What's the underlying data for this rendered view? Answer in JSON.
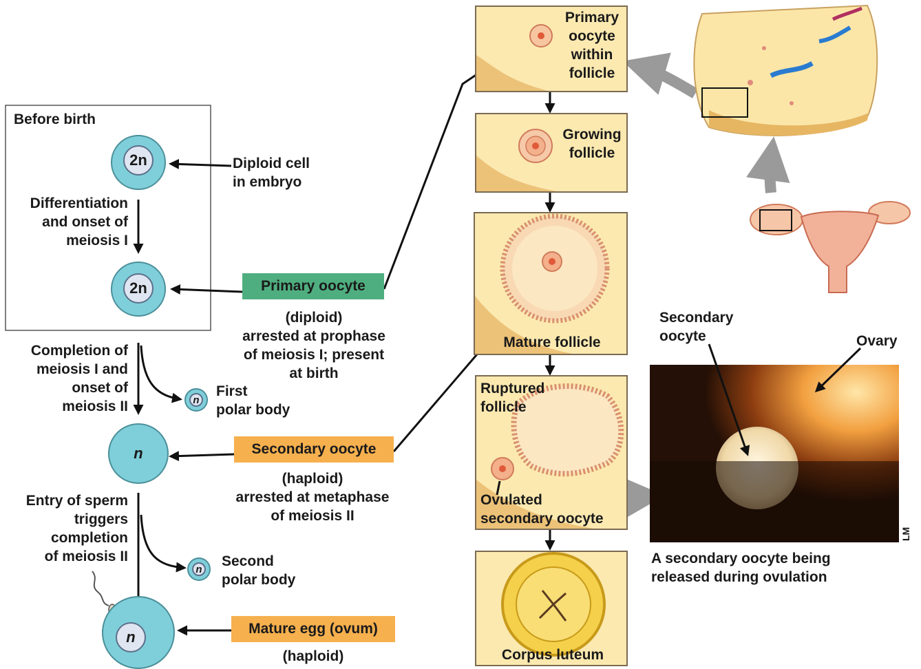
{
  "before_birth_box": {
    "title": "Before birth"
  },
  "cells": {
    "diploid_embryo": "2n",
    "primary": "2n",
    "secondary": "n",
    "first_polar": "n",
    "second_polar": "n",
    "egg": "n"
  },
  "steps": {
    "step1": [
      "Differentiation",
      "and onset of",
      "meiosis I"
    ],
    "step2": [
      "Completion of",
      "meiosis I and",
      "onset of",
      "meiosis II"
    ],
    "step3": [
      "Entry of sperm",
      "triggers",
      "completion",
      "of meiosis II"
    ]
  },
  "labels": {
    "diploid_cell": [
      "Diploid cell",
      "in embryo"
    ],
    "first_polar_body": [
      "First",
      "polar body"
    ],
    "second_polar_body": [
      "Second",
      "polar body"
    ]
  },
  "tags": {
    "primary_oocyte": "Primary oocyte",
    "secondary_oocyte": "Secondary oocyte",
    "mature_egg": "Mature egg (ovum)"
  },
  "descriptions": {
    "primary": [
      "(diploid)",
      "arrested at prophase",
      "of meiosis I; present",
      "at birth"
    ],
    "secondary": [
      "(haploid)",
      "arrested at metaphase",
      "of meiosis II"
    ],
    "egg": [
      "(haploid)"
    ]
  },
  "panels": {
    "p1": [
      "Primary",
      "oocyte",
      "within",
      "follicle"
    ],
    "p2": [
      "Growing",
      "follicle"
    ],
    "p3": [
      "Mature follicle"
    ],
    "p4_top": [
      "Ruptured",
      "follicle"
    ],
    "p4_bottom": [
      "Ovulated",
      "secondary oocyte"
    ],
    "p5": [
      "Corpus luteum"
    ]
  },
  "micrograph": {
    "label_secondary": [
      "Secondary",
      "oocyte"
    ],
    "label_ovary": "Ovary",
    "scale_tag": "LM",
    "caption": [
      "A secondary oocyte being",
      "released during ovulation"
    ]
  },
  "colors": {
    "cell": "#7fcfda",
    "green_tag": "#4fae7f",
    "orange_tag": "#f6b04e",
    "panel_bg": "#fce9b0",
    "title": "#4b3f9a"
  }
}
